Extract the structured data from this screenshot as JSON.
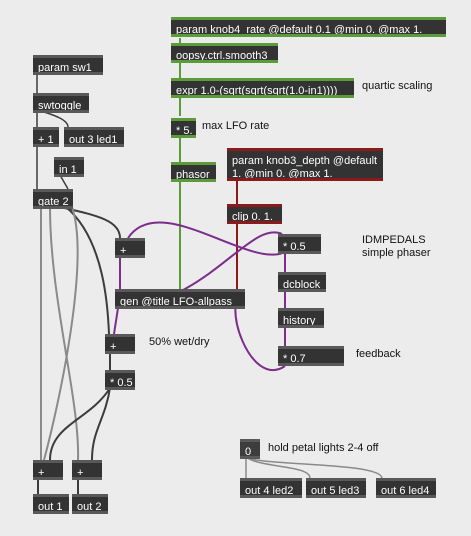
{
  "objects": {
    "param_sw1": "param sw1",
    "swtoggle": "swtoggle",
    "plus1": "+ 1",
    "out3": "out 3 led1",
    "in1": "in 1",
    "gate2": "gate 2",
    "param_knob4": "param knob4_rate @default 0.1 @min 0. @max 1.",
    "smooth": "oopsy.ctrl.smooth3",
    "expr": "expr 1.0-(sqrt(sqrt(sqrt(1.0-in1))))",
    "mul5": "* 5.",
    "phasor": "phasor",
    "param_knob3": "param knob3_depth @default 1. @min 0. @max 1.",
    "clip": "clip 0. 1.",
    "plus_a": "+",
    "mul05a": "* 0.5",
    "dcblock": "dcblock",
    "history": "history",
    "mul07": "* 0.7",
    "gen": "gen @title LFO-allpass",
    "plus_b": "+",
    "mul05b": "* 0.5",
    "plus_c": "+",
    "plus_d": "+",
    "out1": "out 1",
    "out2": "out 2",
    "msg0": "0",
    "out4": "out 4 led2",
    "out5": "out 5 led3",
    "out6": "out 6 led4"
  },
  "comments": {
    "quartic": "quartic scaling",
    "max_lfo": "max LFO rate",
    "idm_line1": "IDMPEDALS",
    "idm_line2": "simple phaser",
    "wetdry": "50% wet/dry",
    "feedback": "feedback",
    "hold": "hold petal lights 2-4 off"
  },
  "colors": {
    "object_bg": "#333333",
    "object_border": "#595959",
    "signal_cord_green": "#5a9b3a",
    "signal_cord_red": "#8b1a1a",
    "cord_purple": "#7d2c8c",
    "cord_gray": "#8a8a8a",
    "cord_dark": "#3c3c3c",
    "canvas_bg": "#ececec"
  }
}
